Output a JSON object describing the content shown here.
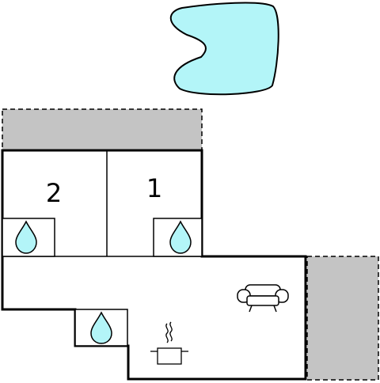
{
  "plan": {
    "rooms": [
      {
        "label": "2",
        "type": "bedroom"
      },
      {
        "label": "1",
        "type": "bedroom"
      }
    ],
    "features": {
      "pool": "pool",
      "terraces": [
        "terrace-top",
        "terrace-right"
      ],
      "bathrooms": [
        "bathroom-room-2",
        "bathroom-room-1",
        "bathroom-living"
      ],
      "sofa": "sofa-icon",
      "kitchen": "cooking-pot-icon"
    },
    "colors": {
      "pool": "#b3f5f8",
      "water": "#b3f5f8",
      "terrace": "#c4c4c4",
      "wall": "#000000"
    }
  }
}
